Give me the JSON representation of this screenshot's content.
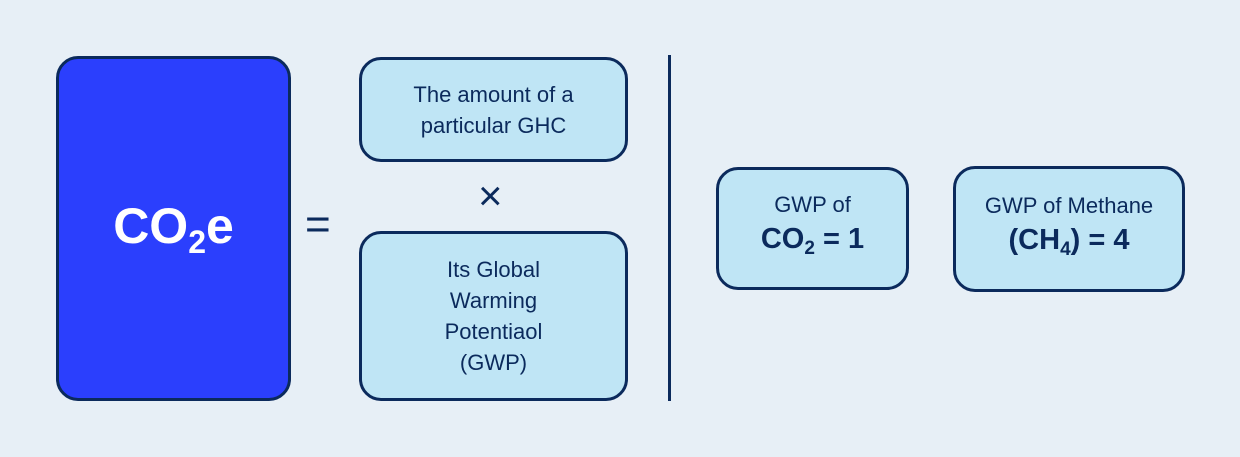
{
  "colors": {
    "background": "#e7eff6",
    "primary_box": "#2b3ffd",
    "light_box": "#bfe5f5",
    "outline": "#0b2a5c"
  },
  "result": {
    "base": "CO",
    "subscript": "2",
    "suffix": "e"
  },
  "operators": {
    "equals": "=",
    "times": "×"
  },
  "factor1": {
    "line1": "The amount of a",
    "line2": "particular GHC"
  },
  "factor2": {
    "line1": "Its Global",
    "line2": "Warming",
    "line3": "Potentiaol",
    "line4": "(GWP)"
  },
  "gwp_co2": {
    "label": "GWP of",
    "base": "CO",
    "subscript": "2",
    "value": " = 1"
  },
  "gwp_methane": {
    "label": "GWP of Methane",
    "open": "(CH",
    "subscript": "4",
    "value": ") = 4"
  }
}
